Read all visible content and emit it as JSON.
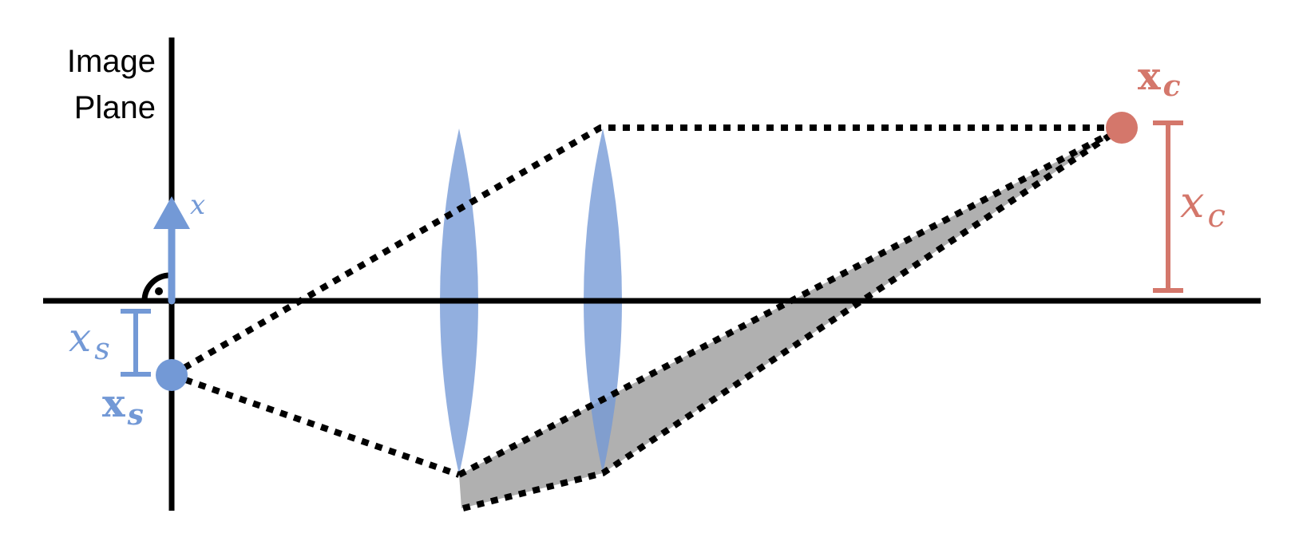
{
  "labels": {
    "image_plane_line1": "Image",
    "image_plane_line2": "Plane",
    "axis_x": "x",
    "xs_italic": "x",
    "xs_italic_sub": "s",
    "xs_bold": "x",
    "xs_bold_sub": "s",
    "xc_bold": "x",
    "xc_bold_sub": "c",
    "xc_italic": "x",
    "xc_italic_sub": "c"
  },
  "colors": {
    "blue": "#7399d6",
    "lens": "#93b0e0",
    "red": "#d4776b",
    "band": "#b0b0b0",
    "line": "#000000"
  }
}
